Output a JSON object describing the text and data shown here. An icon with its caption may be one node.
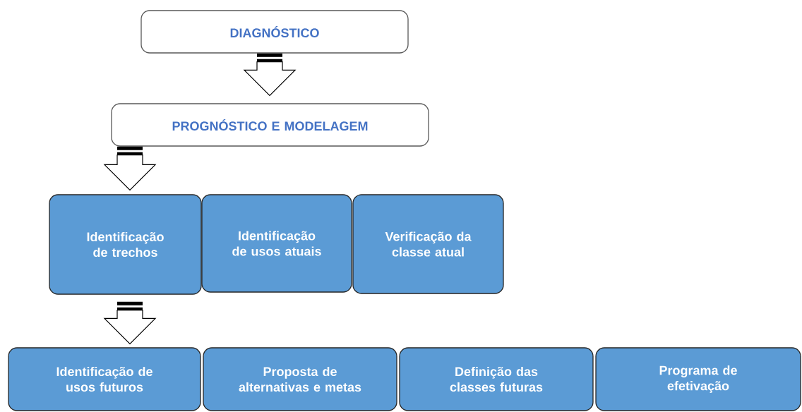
{
  "diagram": {
    "nodes": [
      {
        "text": [
          "DIAGNÓSTICO"
        ]
      },
      {
        "text": [
          "PROGNÓSTICO E MODELAGEM"
        ]
      },
      {
        "text": [
          "Identificação de trechos"
        ]
      },
      {
        "text": [
          "Identificação de usos atuais"
        ]
      },
      {
        "text": [
          "Verificação da classe atual"
        ]
      },
      {
        "text": [
          "Identificação de usos futuros"
        ]
      },
      {
        "text": [
          "Proposta de alternativas e metas"
        ]
      },
      {
        "text": [
          "Definição das classes futuras"
        ]
      },
      {
        "text": [
          "Programa de efetivação"
        ]
      }
    ],
    "edges": [
      {
        "from": 0,
        "to": 1,
        "arrow": "to"
      },
      {
        "from": 1,
        "to": 2,
        "arrow": "to"
      },
      {
        "from": 2,
        "to": 5,
        "arrow": "to"
      }
    ]
  }
}
